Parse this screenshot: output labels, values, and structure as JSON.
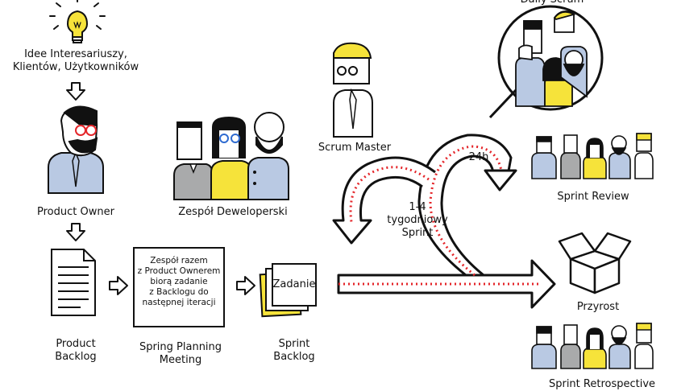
{
  "ideas": {
    "line1": "Idee Interesariuszy,",
    "line2": "Klientów, Użytkowników"
  },
  "product_owner": "Product Owner",
  "dev_team": "Zespół Deweloperski",
  "scrum_master": "Scrum Master",
  "daily_scrum": "Daily Scrum",
  "sprint_review": "Sprint Review",
  "hours_24": "24h",
  "sprint_length": {
    "line1": "1-4",
    "line2": "tygodniowy",
    "line3": "Sprint"
  },
  "product_backlog": {
    "line1": "Product",
    "line2": "Backlog"
  },
  "planning_box": {
    "line1": "Zespół razem",
    "line2": "z Product Ownerem",
    "line3": "biorą zadanie",
    "line4": "z Backlogu do",
    "line5": "następnej iteracji"
  },
  "planning_meeting": {
    "line1": "Spring Planning",
    "line2": "Meeting"
  },
  "task_card": "Zadanie",
  "sprint_backlog": {
    "line1": "Sprint",
    "line2": "Backlog"
  },
  "increment": "Przyrost",
  "sprint_retrospective": "Sprint Retrospective",
  "colors": {
    "yellow": "#f6e33a",
    "red": "#e4262a",
    "shirt": "#b9c9e3",
    "grey": "#a9aaab",
    "ink": "#111111"
  }
}
